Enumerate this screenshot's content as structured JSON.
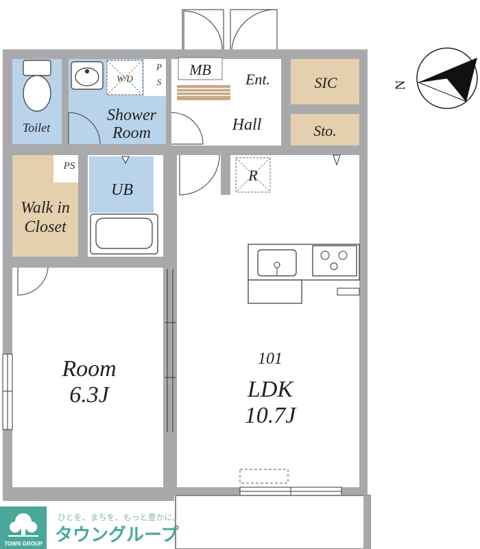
{
  "plan": {
    "unit_number": "101",
    "compass_letter": "N",
    "rooms": {
      "toilet": "Toilet",
      "wd": "W/D",
      "ps_top_1": "P",
      "ps_top_2": "S",
      "mb": "MB",
      "entrance": "Ent.",
      "sic": "SIC",
      "shower_1": "Shower",
      "shower_2": "Room",
      "hall": "Hall",
      "storage": "Sto.",
      "ps_left": "PS",
      "ub": "UB",
      "r": "R",
      "walkin_1": "Walk in",
      "walkin_2": "Closet",
      "room_1": "Room",
      "room_2": "6.3J",
      "ldk_1": "LDK",
      "ldk_2": "10.7J"
    }
  },
  "logo": {
    "tagline": "ひとを、まちを、もっと豊かに。",
    "name": "タウングループ",
    "english": "TOWN GROUP"
  },
  "colors": {
    "wall": "#a9a9ab",
    "wet_area": "#b9d3ea",
    "storage_area": "#e4cfae",
    "logo_green": "#49a89a"
  }
}
